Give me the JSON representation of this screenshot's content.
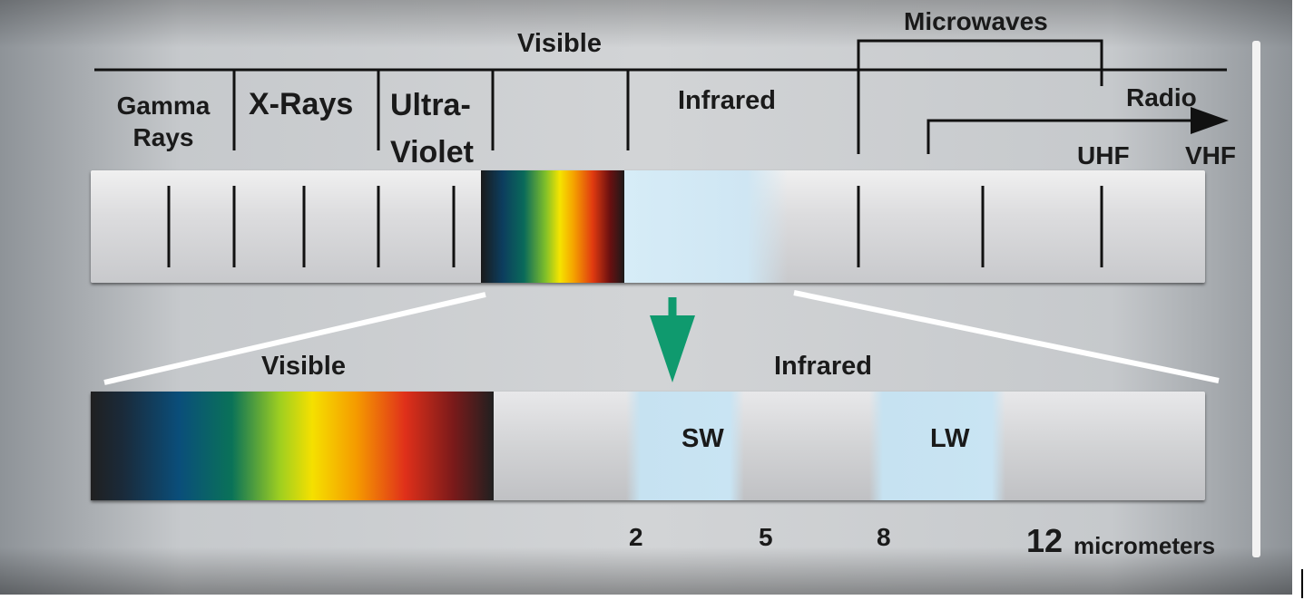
{
  "top_labels": {
    "visible": "Visible",
    "microwaves": "Microwaves",
    "gamma": "Gamma Rays",
    "gamma_line1": "Gamma",
    "gamma_line2": "Rays",
    "xrays": "X-Rays",
    "uv_line1": "Ultra-",
    "uv_line2": "Violet",
    "infrared": "Infrared",
    "radio": "Radio",
    "uhf": "UHF",
    "vhf": "VHF"
  },
  "bottom_labels": {
    "visible": "Visible",
    "infrared": "Infrared",
    "sw": "SW",
    "lw": "LW"
  },
  "scale": {
    "ticks": [
      "2",
      "5",
      "8"
    ],
    "last_value": "12",
    "unit": "micrometers"
  },
  "colors": {
    "arrow": "#0f9a6e",
    "divider": "#111111",
    "connector": "#ffffff"
  }
}
